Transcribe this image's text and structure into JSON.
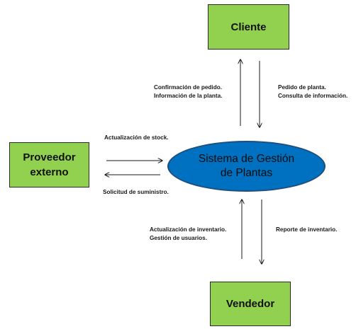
{
  "colors": {
    "entity_fill": "#92d050",
    "process_fill": "#0070c0",
    "arrow": "#1a1a1a"
  },
  "process": {
    "line1": "Sistema de Gestión",
    "line2": "de Plantas"
  },
  "entities": {
    "cliente": "Cliente",
    "proveedor_line1": "Proveedor",
    "proveedor_line2": "externo",
    "vendedor": "Vendedor"
  },
  "flows": {
    "to_cliente_1": "Confirmación de pedido.",
    "to_cliente_2": "Información de la planta.",
    "from_cliente_1": "Pedido de planta.",
    "from_cliente_2": "Consulta de información.",
    "from_proveedor": "Actualización de stock.",
    "to_proveedor": "Solicitud de suministro.",
    "from_vendedor_1": "Actualización de inventario.",
    "from_vendedor_2": "Gestión de usuarios.",
    "to_vendedor": "Reporte de inventario."
  }
}
